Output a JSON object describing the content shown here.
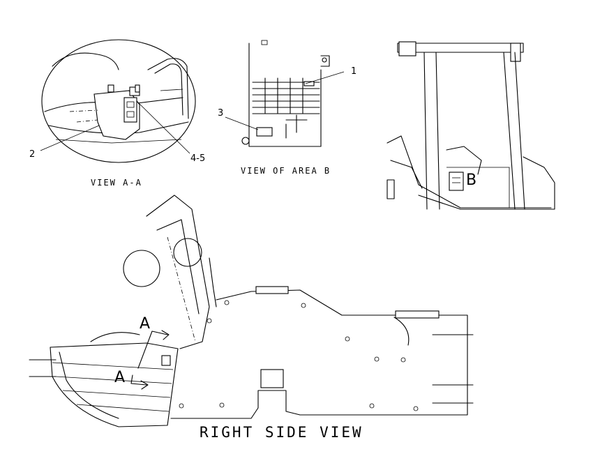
{
  "views": {
    "view_a_a": "VIEW A-A",
    "view_area_b": "VIEW OF AREA B",
    "right_side_view": "RIGHT SIDE VIEW"
  },
  "callouts": {
    "c1": "1",
    "c2": "2",
    "c3": "3",
    "c4_5": "4-5"
  },
  "section_marks": {
    "a_top": "A",
    "a_bottom": "A",
    "b": "B"
  }
}
